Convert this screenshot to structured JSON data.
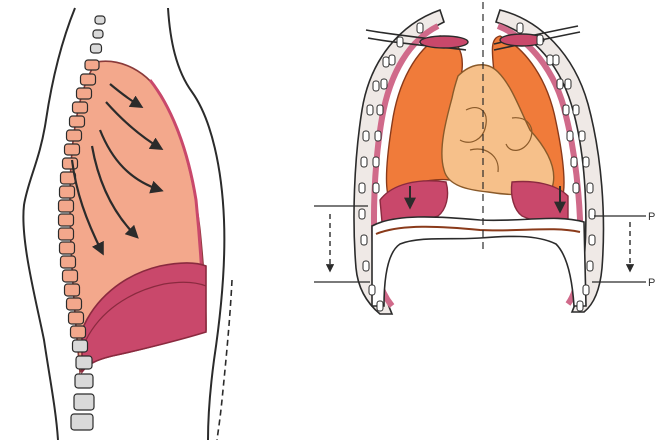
{
  "figure": {
    "left_panel": {
      "view": "lateral"
    },
    "right_panel": {
      "view": "frontal",
      "edge_labels": [
        "P",
        "P"
      ]
    }
  },
  "colors": {
    "lung": "#f07b3a",
    "lung_light": "#f5a97c",
    "thorax_fill": "#f3a88c",
    "diaphragm": "#c9486b",
    "diaphragm_dark": "#a8334f",
    "heart": "#f6c08a",
    "pleura": "#d06a8a",
    "outline": "#2b2b2b",
    "vertebra": "#d9d9d9"
  }
}
